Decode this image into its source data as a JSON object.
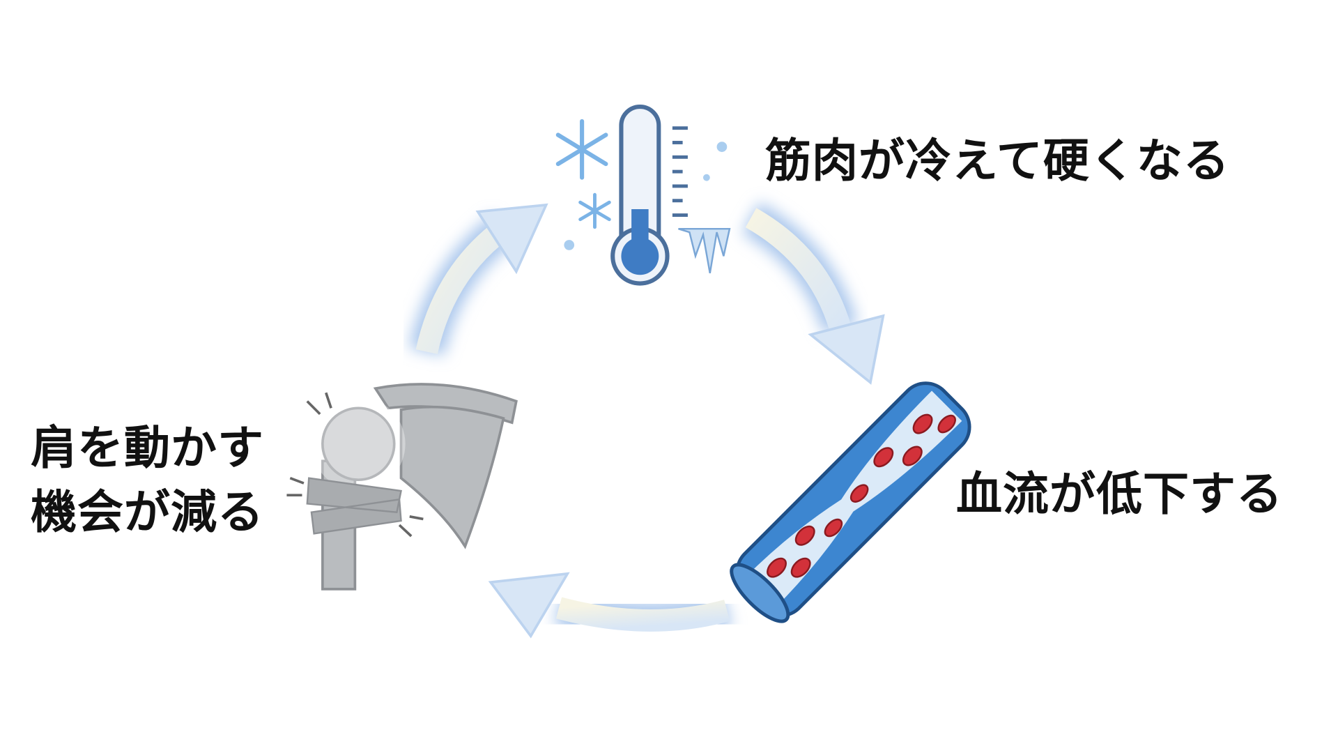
{
  "diagram": {
    "steps": [
      {
        "label": "筋肉が冷えて硬くなる"
      },
      {
        "label": "血流が低下する"
      },
      {
        "label_line1": "肩を動かす",
        "label_line2": "機会が減る"
      }
    ],
    "icons": [
      "thermometer-icon",
      "snowflake-icon",
      "blood-vessel-icon",
      "shoulder-joint-icon",
      "cycle-arrow-icon"
    ],
    "colors": {
      "arrow_fill": "#f3f6ea",
      "arrow_glow": "#a9c6ec",
      "thermo_blue": "#3f7cc4",
      "vessel_blue": "#3d86d0",
      "blood_red": "#d2313a",
      "bone_gray": "#b9bcbf"
    }
  }
}
